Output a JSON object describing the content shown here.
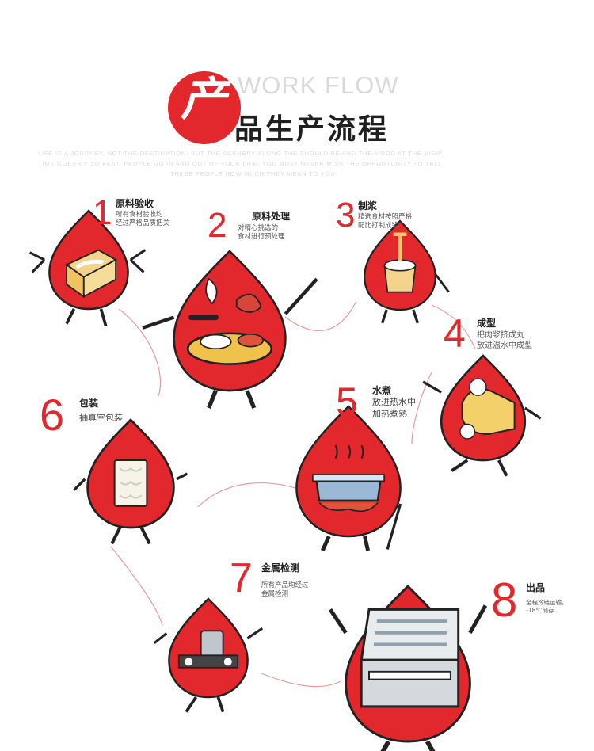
{
  "header": {
    "logo_char": "产",
    "work_flow": "WORK FLOW",
    "title": "品生产流程",
    "tagline": [
      "LIFE IS A JOURNEY, NOT THE DESTINATION, BUT THE SCENERY ALONG THE SHOULD BE AND THE MOOD AT THE VIEW.",
      "TIME GOES BY SO FAST, PEOPLE GO IN AND OUT OF YOUR LIFE. YOU MUST NEVER MISS THE OPPORTUNITY TO TELL",
      "THESE PEOPLE HOW MUCH THEY MEAN TO YOU."
    ]
  },
  "steps": [
    {
      "number": "1",
      "title": "原料验收",
      "desc": [
        "所有食材验收均",
        "经过严格品质把关"
      ]
    },
    {
      "number": "2",
      "title": "原料处理",
      "desc": [
        "对精心挑选的",
        "食材进行预处理"
      ]
    },
    {
      "number": "3",
      "title": "制浆",
      "desc": [
        "精选食材按照严格",
        "配比打制成浆"
      ]
    },
    {
      "number": "4",
      "title": "成型",
      "desc": [
        "把肉浆挤成丸",
        "放进温水中成型"
      ]
    },
    {
      "number": "5",
      "title": "水煮",
      "desc": [
        "放进热水中",
        "加热煮熟"
      ]
    },
    {
      "number": "6",
      "title": "包装",
      "desc": [
        "抽真空包装"
      ]
    },
    {
      "number": "7",
      "title": "金属检测",
      "desc": [
        "所有产品均经过",
        "金属检测"
      ]
    },
    {
      "number": "8",
      "title": "出品",
      "desc": [
        "全程冷链运输，",
        "-18℃储存"
      ]
    }
  ],
  "colors": {
    "accent": "#e3282d",
    "dark": "#1f1f1f",
    "line": "#e79b9b"
  }
}
